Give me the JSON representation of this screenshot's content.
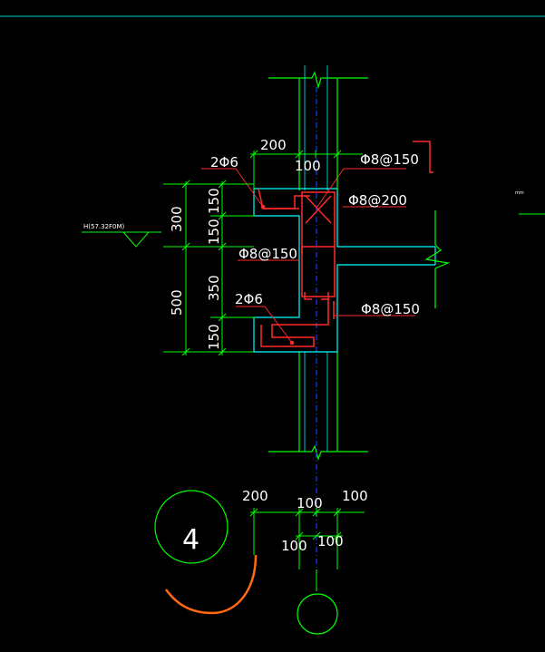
{
  "colors": {
    "background": "#000000",
    "dimension": "#00ff00",
    "outline": "#00ffff",
    "rebar": "#ff2a2a",
    "axis": "#1a3cff",
    "text": "#ffffff",
    "mark": "#ff6a10"
  },
  "dims": {
    "top_200": "200",
    "top_100": "100",
    "left_300": "300",
    "left_500": "500",
    "seg_150_a": "150",
    "seg_150_b": "150",
    "seg_350": "350",
    "seg_150_c": "150",
    "bot_200": "200",
    "bot_100_a": "100",
    "bot_100_b": "100",
    "bot_100_c": "100",
    "bot_100_d": "100"
  },
  "labels": {
    "rebar_2phi6_top": "2Φ6",
    "rebar_2phi6_bot": "2Φ6",
    "rebar_phi8_150_top": "Φ8@150",
    "rebar_phi8_200": "Φ8@200",
    "rebar_phi8_150_mid": "Φ8@150",
    "rebar_phi8_150_bot": "Φ8@150",
    "elevation": "H(57.32F0M)",
    "right_note": "mm",
    "detail_number": "4"
  }
}
